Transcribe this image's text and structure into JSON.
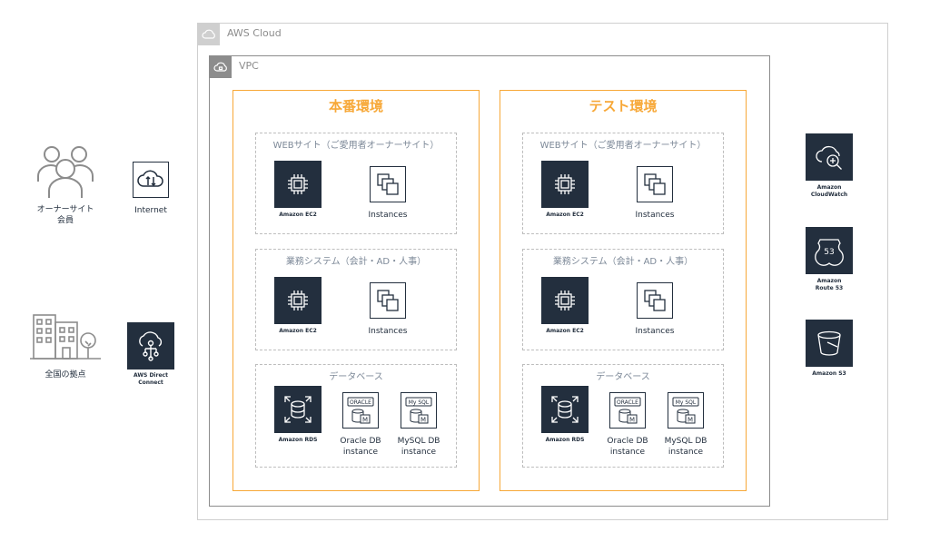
{
  "groups": {
    "aws_cloud": "AWS Cloud",
    "vpc": "VPC"
  },
  "environments": [
    {
      "title": "本番環境",
      "tiers": [
        {
          "title": "WEBサイト（ご愛用者オーナーサイト）",
          "service": "Amazon EC2",
          "resource": "Instances"
        },
        {
          "title": "業務システム（会計・AD・人事）",
          "service": "Amazon EC2",
          "resource": "Instances"
        },
        {
          "title": "データベース",
          "service": "Amazon RDS",
          "oracle_label": "Oracle DB\ninstance",
          "mysql_label": "MySQL DB\ninstance",
          "oracle_badge": "ORACLE",
          "mysql_badge": "My SQL"
        }
      ]
    },
    {
      "title": "テスト環境",
      "tiers": [
        {
          "title": "WEBサイト（ご愛用者オーナーサイト）",
          "service": "Amazon EC2",
          "resource": "Instances"
        },
        {
          "title": "業務システム（会計・AD・人事）",
          "service": "Amazon EC2",
          "resource": "Instances"
        },
        {
          "title": "データベース",
          "service": "Amazon RDS",
          "oracle_label": "Oracle DB\ninstance",
          "mysql_label": "MySQL DB\ninstance",
          "oracle_badge": "ORACLE",
          "mysql_badge": "My SQL"
        }
      ]
    }
  ],
  "left": {
    "users_label": "オーナーサイト\n会員",
    "internet_label": "Internet",
    "offices_label": "全国の拠点",
    "direct_connect_label": "AWS Direct\nConnect"
  },
  "right": {
    "cloudwatch_label": "Amazon\nCloudWatch",
    "route53_label": "Amazon\nRoute 53",
    "route53_badge": "53",
    "s3_label": "Amazon S3"
  },
  "colors": {
    "environment_border": "#f7a838",
    "service_icon_bg": "#232f3e",
    "vpc_border": "#8c8c8c",
    "cloud_border": "#cfcfcf"
  }
}
